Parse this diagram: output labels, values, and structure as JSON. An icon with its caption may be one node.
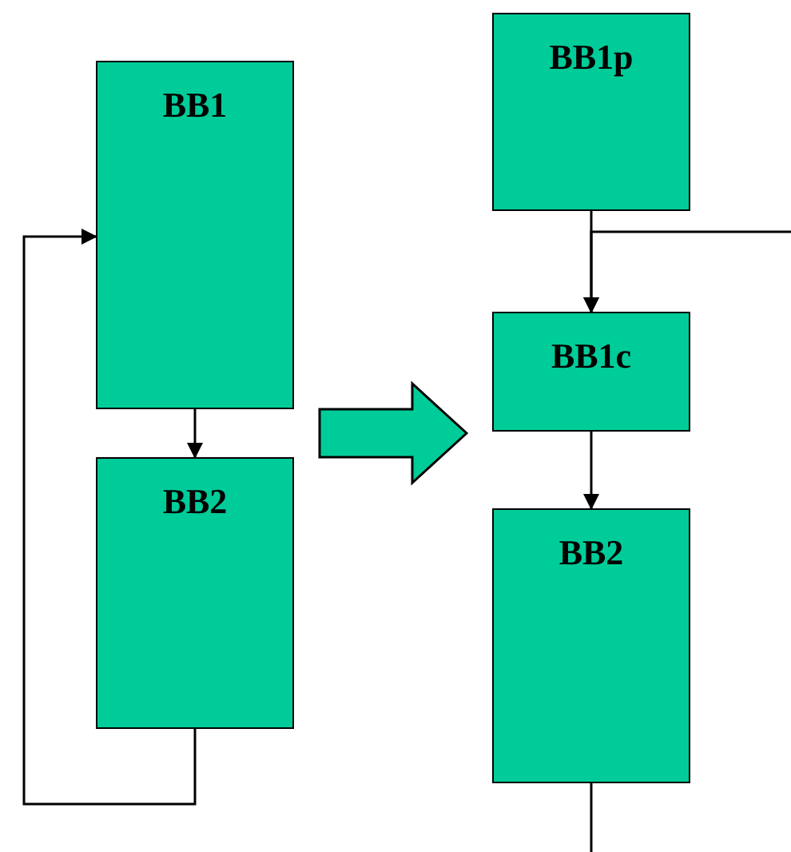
{
  "diagram": {
    "nodes": [
      {
        "text": [
          "BB1"
        ]
      },
      {
        "text": [
          "BB2"
        ]
      },
      {
        "text": [
          "BB1p"
        ]
      },
      {
        "text": [
          "BB1c"
        ]
      },
      {
        "text": [
          "BB2"
        ]
      }
    ],
    "edges": [
      {
        "from": 0,
        "to": 1,
        "arrow": "to"
      },
      {
        "from": 1,
        "to": 0,
        "arrow": "to"
      },
      {
        "from": 2,
        "to": 3,
        "arrow": "to"
      },
      {
        "from": null,
        "to": 3,
        "arrow": "to"
      },
      {
        "from": 3,
        "to": 4,
        "arrow": "to"
      },
      {
        "from": 4,
        "to": null,
        "arrow": "none"
      },
      {
        "from": 0,
        "to": 3,
        "arrow": "to",
        "style": "thick"
      }
    ]
  }
}
